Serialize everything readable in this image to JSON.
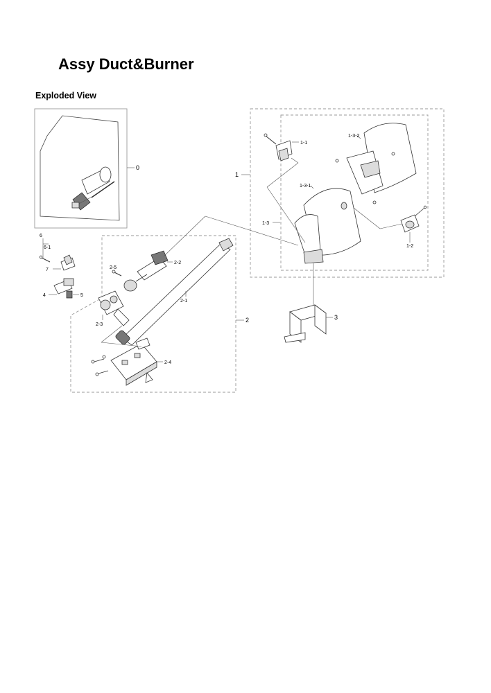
{
  "title": "Assy Duct&Burner",
  "subtitle": "Exploded View",
  "callouts": {
    "c0": "0",
    "c1": "1",
    "c1_1": "1-1",
    "c1_2": "1-2",
    "c1_3": "1-3",
    "c1_3_1": "1-3-1",
    "c1_3_2": "1-3-2",
    "c2": "2",
    "c2_1": "2-1",
    "c2_2": "2-2",
    "c2_3": "2-3",
    "c2_4": "2-4",
    "c2_5": "2-5",
    "c3": "3",
    "c4": "4",
    "c5": "5",
    "c6": "6",
    "c6_1": "6-1",
    "c7": "7"
  }
}
